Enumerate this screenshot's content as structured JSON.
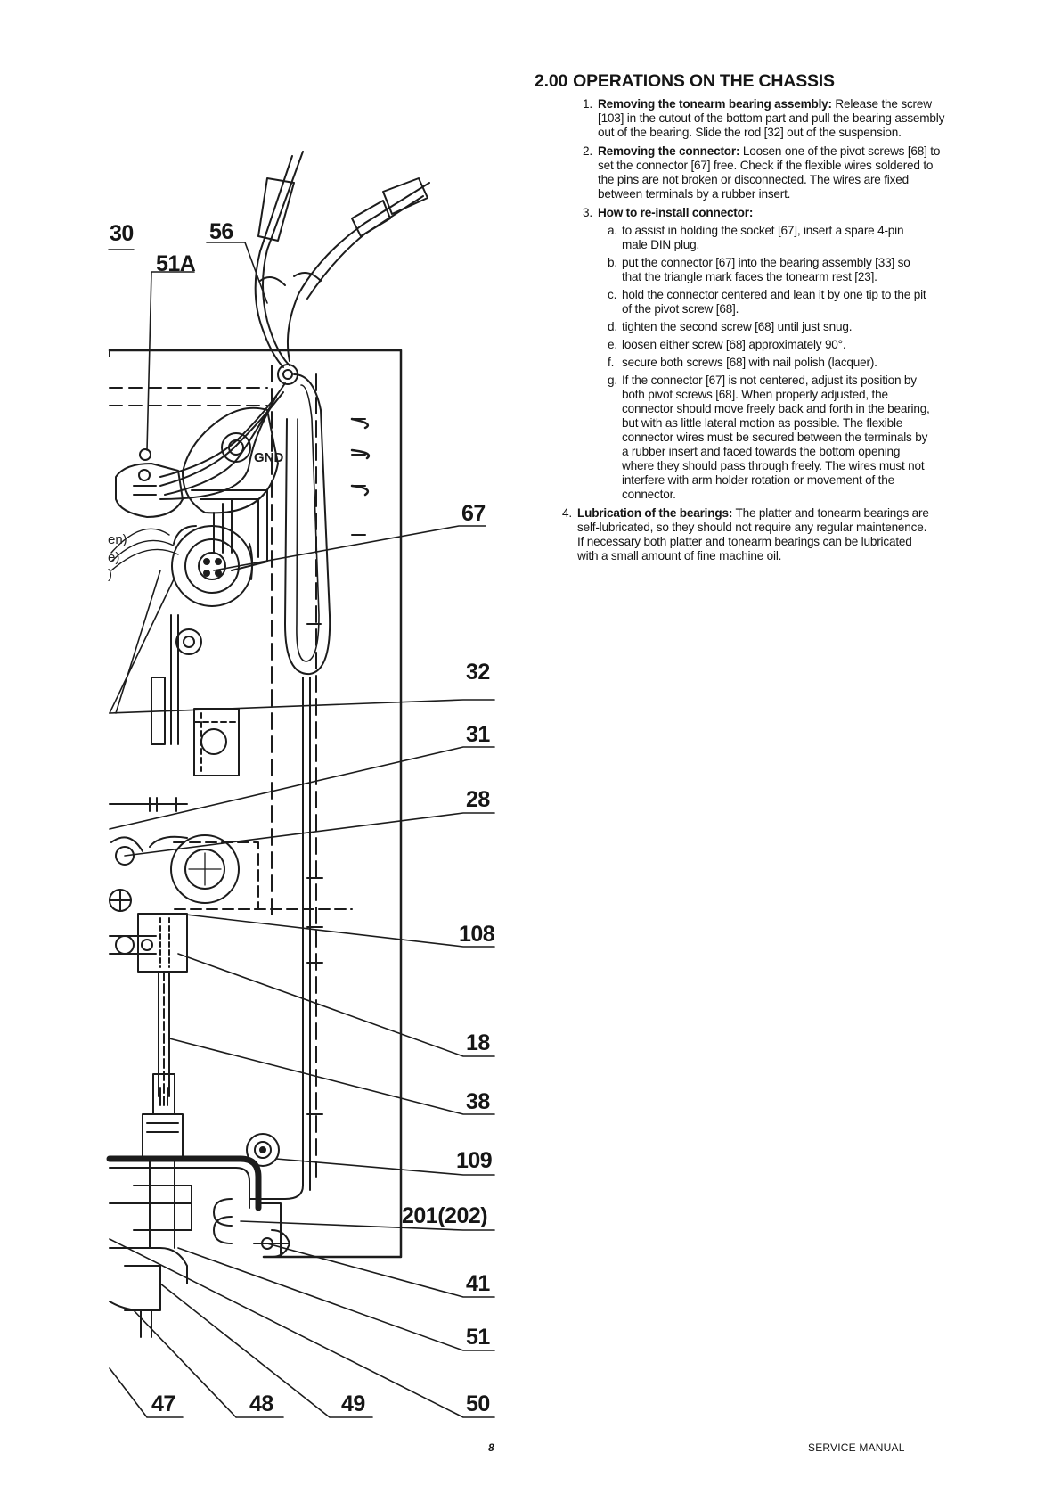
{
  "diagram": {
    "callouts": [
      "30",
      "56",
      "51A",
      "67",
      "32",
      "31",
      "28",
      "108",
      "18",
      "38",
      "109",
      "201(202)",
      "41",
      "51",
      "47",
      "48",
      "49",
      "50"
    ],
    "gnd_label": "GND",
    "partial_labels": [
      "en)",
      "e)",
      ")"
    ]
  },
  "section": {
    "number": "2.00",
    "title": "OPERATIONS ON THE CHASSIS",
    "items": [
      {
        "marker": "1.",
        "heading": "Removing the tonearm bearing assembly:",
        "text": " Release the screw [103] in the cutout of the bottom part and pull the bearing assembly out of the bearing. Slide the rod [32] out of the suspension."
      },
      {
        "marker": "2.",
        "heading": "Removing the connector:",
        "text": " Loosen one of the pivot screws [68] to set the connector [67] free. Check if the flexible wires soldered to the pins are not broken or disconnected. The wires are fixed between terminals by a rubber insert."
      },
      {
        "marker": "3.",
        "heading": "How to re-install connector:",
        "text": "",
        "subitems": [
          {
            "marker": "a.",
            "text": "to assist in holding the socket [67], insert a spare 4-pin male DIN plug."
          },
          {
            "marker": "b.",
            "text": "put the connector [67] into the bearing assembly [33] so that the triangle mark faces the tonearm rest [23]."
          },
          {
            "marker": "c.",
            "text": "hold the connector centered and lean it by one tip to the pit of the pivot screw [68]."
          },
          {
            "marker": "d.",
            "text": "tighten the second screw [68] until just snug."
          },
          {
            "marker": "e.",
            "text": "loosen either screw [68] approximately 90°."
          },
          {
            "marker": "f.",
            "text": "secure both screws [68] with nail polish (lacquer)."
          },
          {
            "marker": "g.",
            "text": "If the connector [67] is not centered, adjust its position by both pivot screws [68]. When properly adjusted, the connector should move freely back and forth in the bearing, but with as little lateral motion as possible. The flexible connector wires must be secured between the terminals by a rubber insert and faced towards the bottom opening where they should pass through freely. The wires must not interfere with arm holder rotation or movement of the connector."
          }
        ]
      },
      {
        "marker": "4.",
        "heading": "Lubrication of the bearings:",
        "text": " The platter and tonearm bearings are self-lubricated, so they should not require any regular maintenence. If necessary both platter and tonearm bearings can be lubricated with a small amount of fine machine oil."
      }
    ]
  },
  "footer": {
    "page_number": "8",
    "manual_label": "SERVICE MANUAL"
  }
}
